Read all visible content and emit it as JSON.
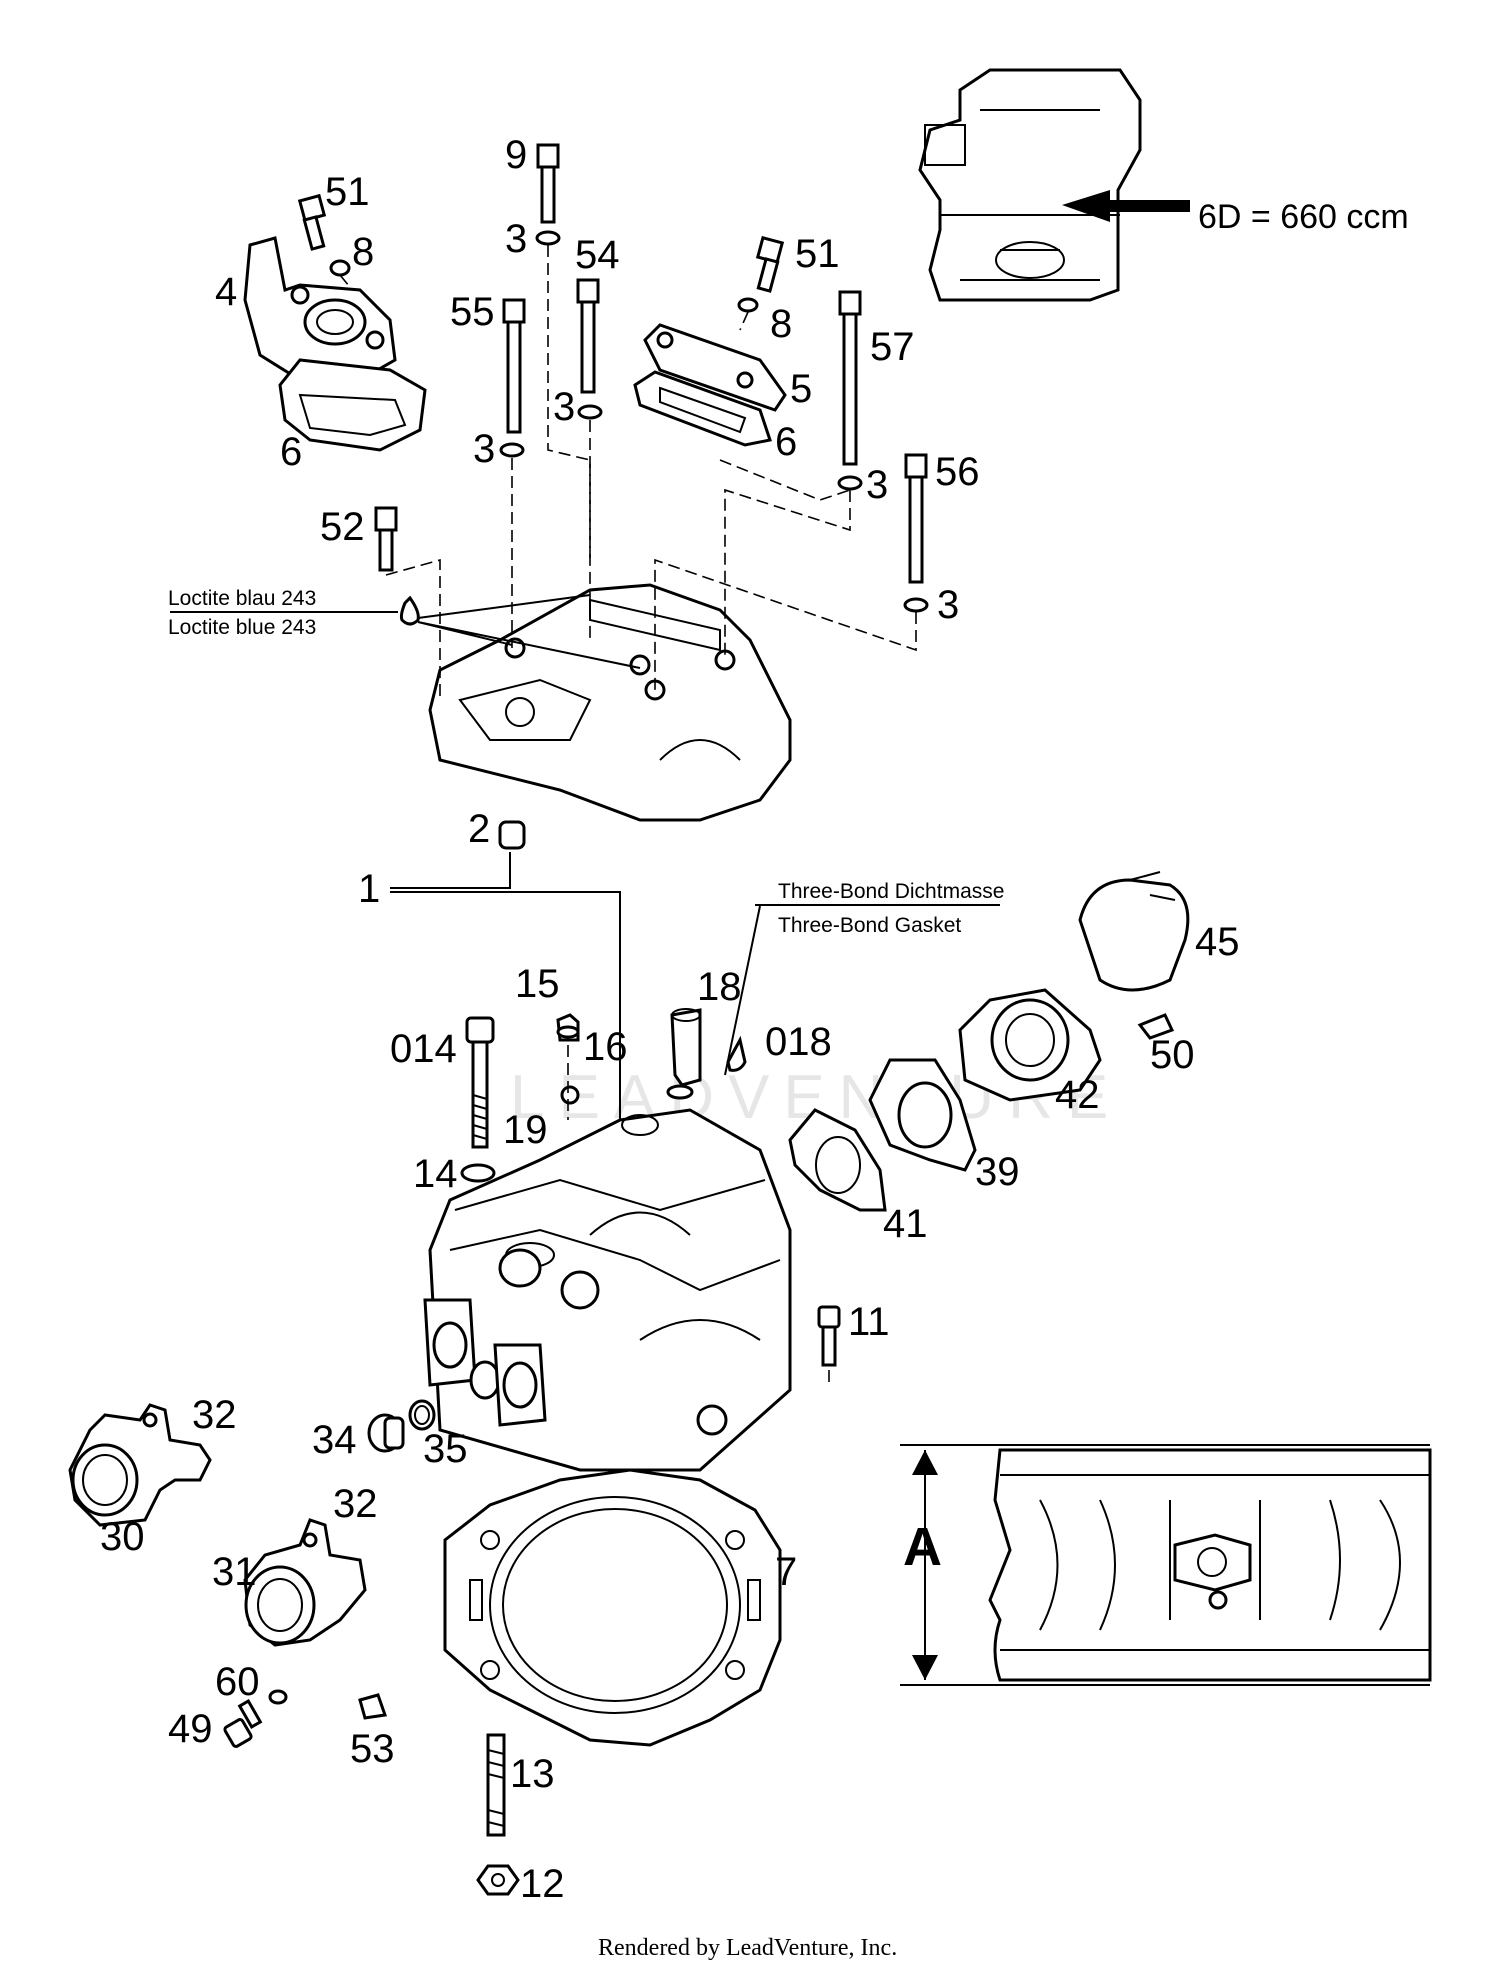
{
  "diagram": {
    "callouts": [
      {
        "id": "9",
        "text": "9"
      },
      {
        "id": "3a",
        "text": "3"
      },
      {
        "id": "54",
        "text": "54"
      },
      {
        "id": "51a",
        "text": "51"
      },
      {
        "id": "8a",
        "text": "8"
      },
      {
        "id": "4",
        "text": "4"
      },
      {
        "id": "6a",
        "text": "6"
      },
      {
        "id": "55",
        "text": "55"
      },
      {
        "id": "3b",
        "text": "3"
      },
      {
        "id": "3c",
        "text": "3"
      },
      {
        "id": "51b",
        "text": "51"
      },
      {
        "id": "8b",
        "text": "8"
      },
      {
        "id": "5",
        "text": "5"
      },
      {
        "id": "6b",
        "text": "6"
      },
      {
        "id": "57",
        "text": "57"
      },
      {
        "id": "3d",
        "text": "3"
      },
      {
        "id": "56",
        "text": "56"
      },
      {
        "id": "3e",
        "text": "3"
      },
      {
        "id": "52",
        "text": "52"
      },
      {
        "id": "2",
        "text": "2"
      },
      {
        "id": "1",
        "text": "1"
      },
      {
        "id": "15",
        "text": "15"
      },
      {
        "id": "014",
        "text": "014"
      },
      {
        "id": "16",
        "text": "16"
      },
      {
        "id": "18",
        "text": "18"
      },
      {
        "id": "018",
        "text": "018"
      },
      {
        "id": "45",
        "text": "45"
      },
      {
        "id": "50",
        "text": "50"
      },
      {
        "id": "42",
        "text": "42"
      },
      {
        "id": "19",
        "text": "19"
      },
      {
        "id": "14",
        "text": "14"
      },
      {
        "id": "39",
        "text": "39"
      },
      {
        "id": "41",
        "text": "41"
      },
      {
        "id": "11",
        "text": "11"
      },
      {
        "id": "32a",
        "text": "32"
      },
      {
        "id": "34",
        "text": "34"
      },
      {
        "id": "35",
        "text": "35"
      },
      {
        "id": "30",
        "text": "30"
      },
      {
        "id": "32b",
        "text": "32"
      },
      {
        "id": "31",
        "text": "31"
      },
      {
        "id": "7",
        "text": "7"
      },
      {
        "id": "60",
        "text": "60"
      },
      {
        "id": "49",
        "text": "49"
      },
      {
        "id": "53",
        "text": "53"
      },
      {
        "id": "13",
        "text": "13"
      },
      {
        "id": "12",
        "text": "12"
      }
    ],
    "notes": {
      "loctite_de": "Loctite blau 243",
      "loctite_en": "Loctite blue 243",
      "threebond_de": "Three-Bond Dichtmasse",
      "threebond_en": "Three-Bond Gasket"
    },
    "engine_label": "6D = 660 ccm",
    "dimension_label": "A",
    "watermark": "LEADVENTURE",
    "footer": "Rendered by LeadVenture, Inc."
  }
}
